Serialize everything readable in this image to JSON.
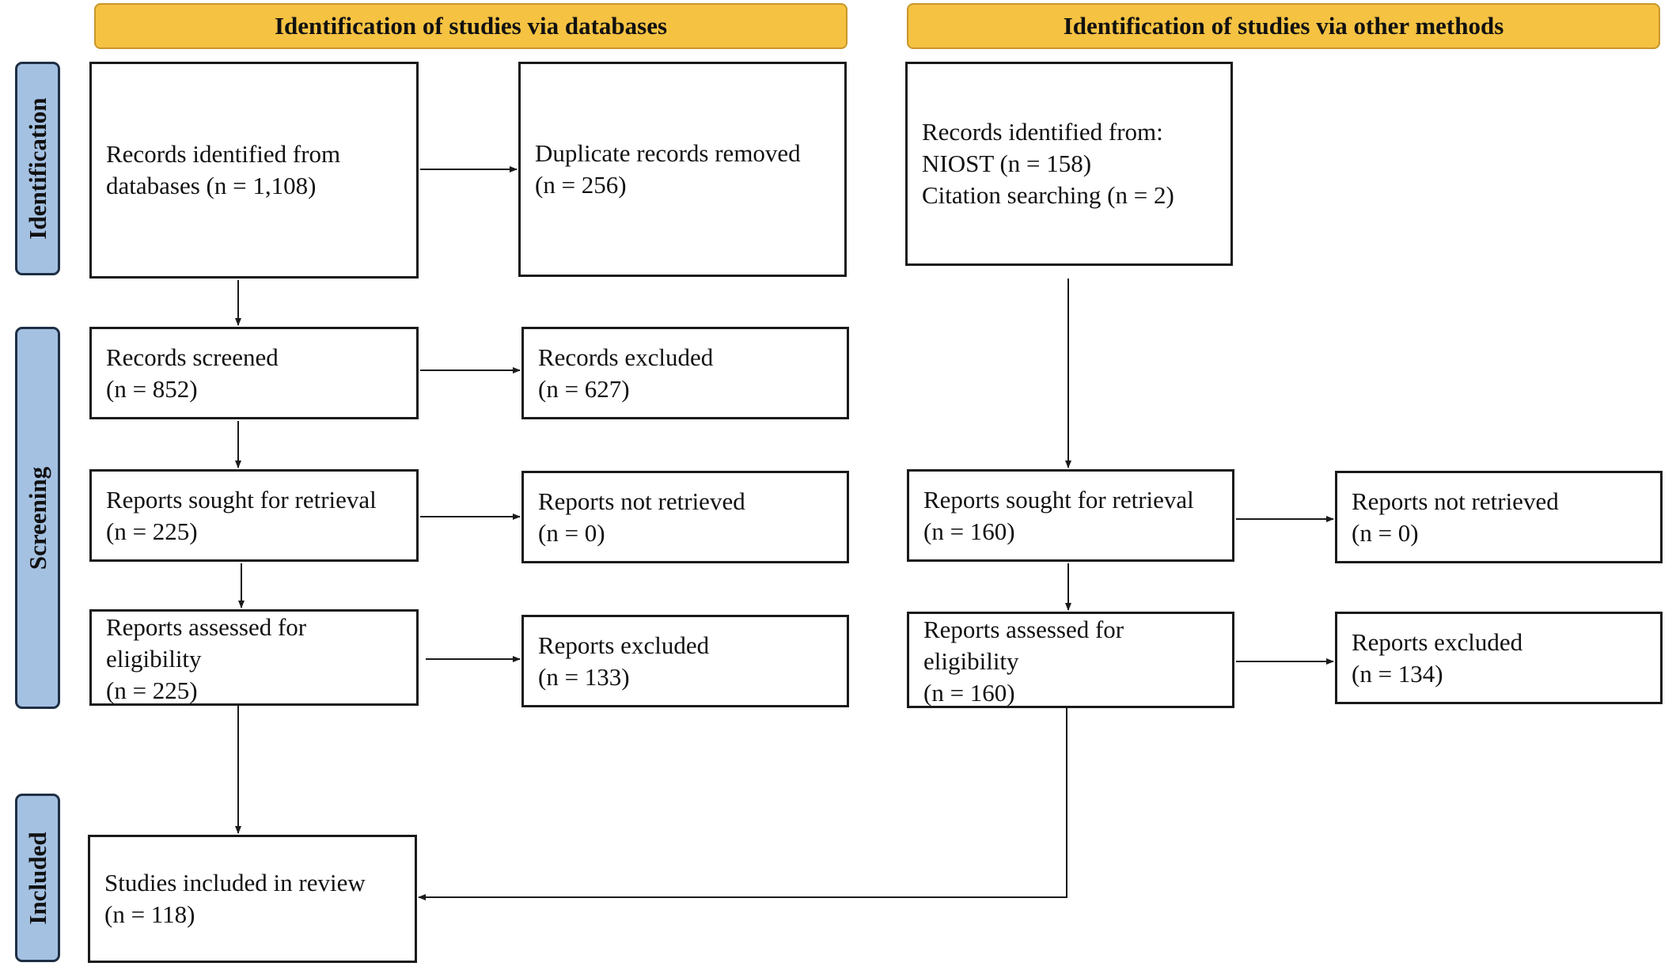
{
  "headers": {
    "databases": "Identification of studies via databases",
    "other_methods": "Identification of studies via other methods"
  },
  "phases": {
    "identification": "Identification",
    "screening": "Screening",
    "included": "Included"
  },
  "databases": {
    "records_identified": "Records identified from\ndatabases (n = 1,108)",
    "duplicates_removed": "Duplicate records removed\n(n = 256)",
    "records_screened": "Records screened\n(n = 852)",
    "records_excluded": "Records excluded\n(n = 627)",
    "reports_sought": "Reports sought for retrieval\n(n = 225)",
    "reports_not_retrieved": "Reports not retrieved\n(n = 0)",
    "reports_assessed": "Reports assessed for\neligibility\n(n = 225)",
    "reports_excluded": "Reports excluded\n(n = 133)",
    "studies_included": "Studies included in review\n(n = 118)"
  },
  "other_methods": {
    "records_identified": "Records identified from:\nNIOST (n = 158)\nCitation searching (n = 2)",
    "reports_sought": "Reports sought for retrieval\n(n = 160)",
    "reports_not_retrieved": "Reports not retrieved\n(n = 0)",
    "reports_assessed": "Reports assessed for\neligibility\n(n = 160)",
    "reports_excluded": "Reports excluded\n(n = 134)"
  },
  "colors": {
    "header_fill": "#f5c242",
    "phase_fill": "#a4c1e2",
    "line": "#1a1a1a"
  }
}
